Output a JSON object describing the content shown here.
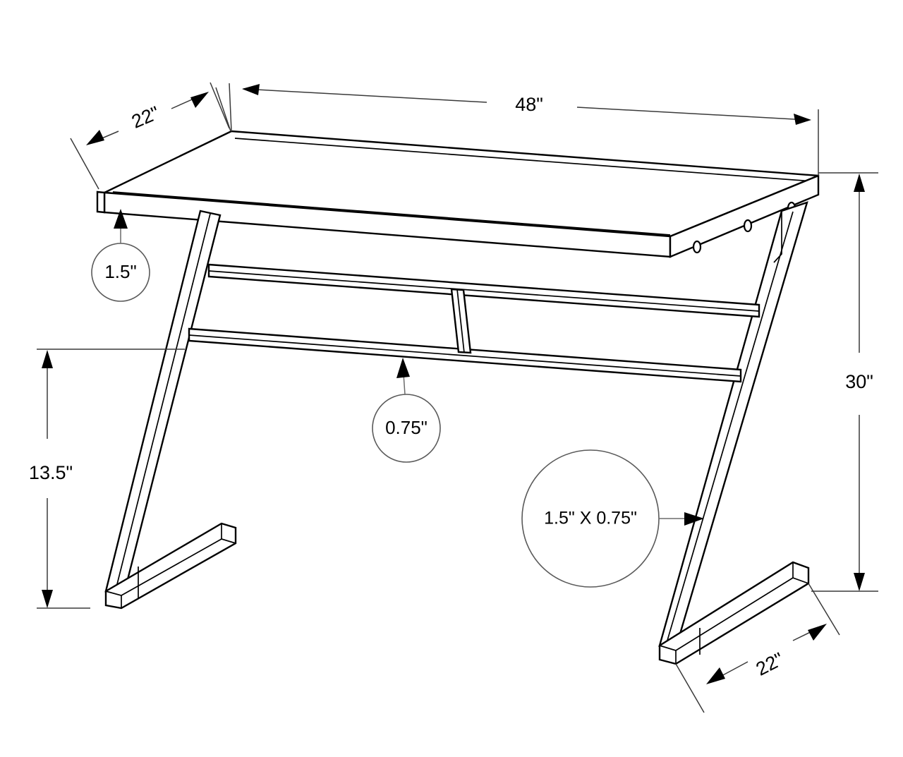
{
  "drawing": {
    "title": "Z-Frame Desk Dimension Drawing",
    "subject": "desk",
    "background_color": "#ffffff",
    "line_color": "#000000",
    "dimension_line_color": "#3a3a3a",
    "callout_stroke_color": "#5a5a5a",
    "units": "inches"
  },
  "dimensions": {
    "top_depth": {
      "label": "22\"",
      "value": 22,
      "unit": "in",
      "describes": "desktop depth (top-left, angled)",
      "orientation": "angled"
    },
    "top_width": {
      "label": "48\"",
      "value": 48,
      "unit": "in",
      "describes": "desktop width (top)",
      "orientation": "horizontal"
    },
    "overall_height": {
      "label": "30\"",
      "value": 30,
      "unit": "in",
      "describes": "overall desk height (right side)",
      "orientation": "vertical"
    },
    "clearance_height": {
      "label": "13.5\"",
      "value": 13.5,
      "unit": "in",
      "describes": "lower rail to floor height (left side)",
      "orientation": "vertical"
    },
    "foot_depth": {
      "label": "22\"",
      "value": 22,
      "unit": "in",
      "describes": "foot depth (bottom-right, angled)",
      "orientation": "angled"
    }
  },
  "callouts": {
    "top_thickness": {
      "label": "1.5\"",
      "value": 1.5,
      "unit": "in",
      "describes": "desktop panel thickness"
    },
    "rail_thickness": {
      "label": "0.75\"",
      "value": 0.75,
      "unit": "in",
      "describes": "cross rail thickness"
    },
    "leg_profile": {
      "label": "1.5\" X 0.75\"",
      "value": "1.5 x 0.75",
      "unit": "in",
      "describes": "leg tube cross-section profile"
    }
  },
  "part_labels": {
    "desktop": "desktop-panel",
    "left_leg": "left-z-leg",
    "right_leg": "right-z-leg",
    "upper_rail": "upper-cross-rail",
    "lower_rail": "lower-cross-rail",
    "center_divider": "center-divider-rail",
    "left_foot": "left-foot",
    "right_foot": "right-foot",
    "screw_holes": "mounting-holes"
  }
}
